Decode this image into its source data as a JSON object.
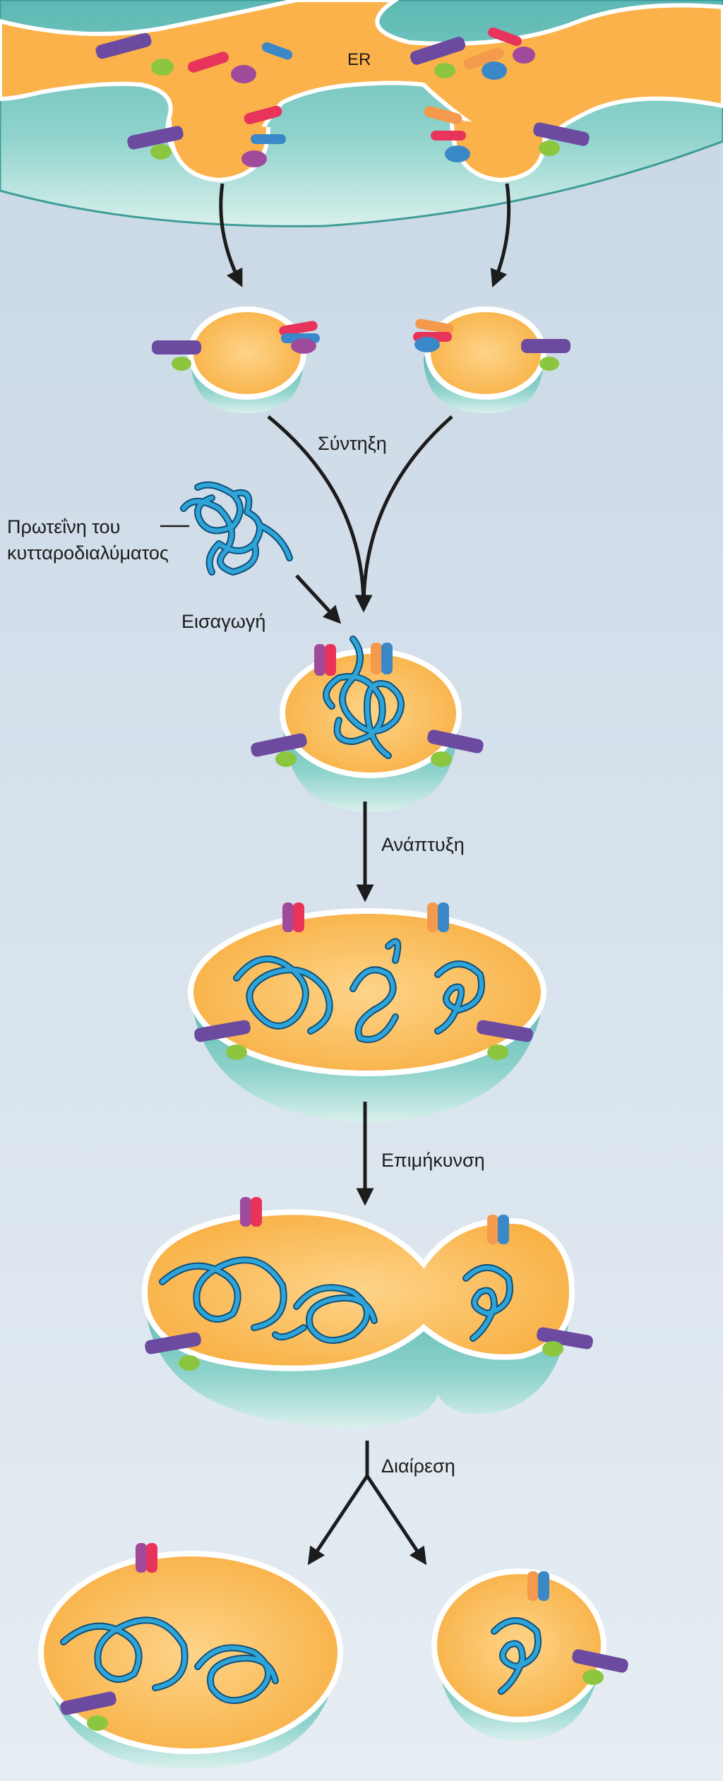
{
  "labels": {
    "er": "ER",
    "fusion": "Σύντηξη",
    "cytosol_protein_line1": "Πρωτεΐνη του",
    "cytosol_protein_line2": "κυτταροδιαλύματος",
    "import": "Εισαγωγή",
    "growth": "Ανάπτυξη",
    "elongation": "Επιμήκυνση",
    "division": "Διαίρεση"
  },
  "colors": {
    "background_top": "#c9d8e6",
    "background_bottom": "#e4ebf2",
    "lumen": "#fbb24a",
    "lumen_light": "#fdd58b",
    "membrane": "#ffffff",
    "teal_body": "#6fc5be",
    "teal_dark": "#3e9c98",
    "purple_protein": "#6b4aa0",
    "green_protein": "#8cc63f",
    "red_protein": "#e8345a",
    "magenta_protein": "#a04a9c",
    "orange_protein": "#f39a4c",
    "blue_protein": "#3b88c8",
    "fibril_blue": "#2ea4d8"
  }
}
